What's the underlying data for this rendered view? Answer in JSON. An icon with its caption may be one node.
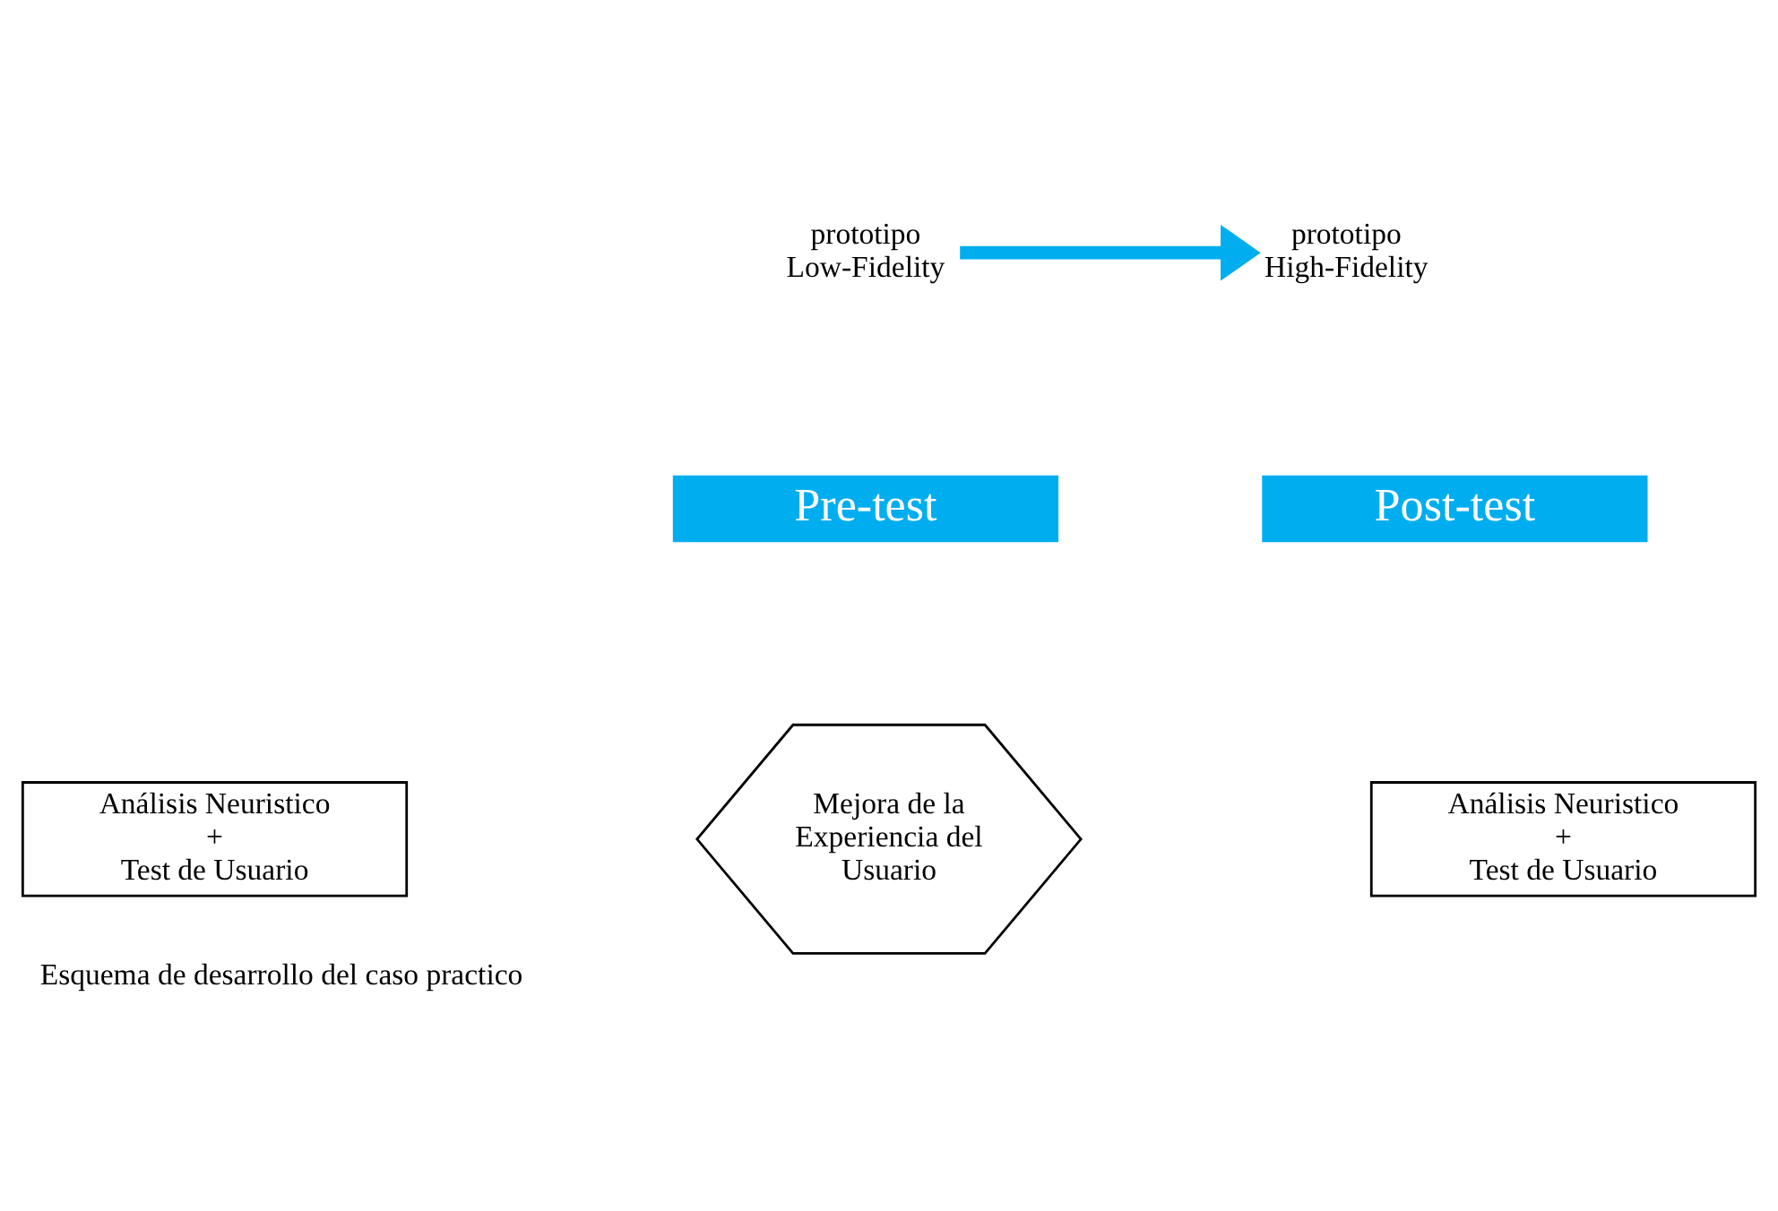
{
  "diagram": {
    "caption": "Esquema de desarrollo del caso practico",
    "nodes": [
      {
        "text": [
          "prototipo Low-Fidelity"
        ]
      },
      {
        "text": [
          "prototipo High-Fidelity"
        ]
      },
      {
        "text": [
          "Pre-test"
        ]
      },
      {
        "text": [
          "Análisis Neuristico + Test de Usuario"
        ]
      },
      {
        "text": [
          "Mejora de la Experiencia del Usuario"
        ]
      },
      {
        "text": [
          "Post-test"
        ]
      },
      {
        "text": [
          "Análisis Neuristico + Test de Usuario"
        ]
      }
    ],
    "edges": [
      {
        "from": 0,
        "to": 1,
        "arrow": "to",
        "color": "#00aeef"
      }
    ]
  }
}
